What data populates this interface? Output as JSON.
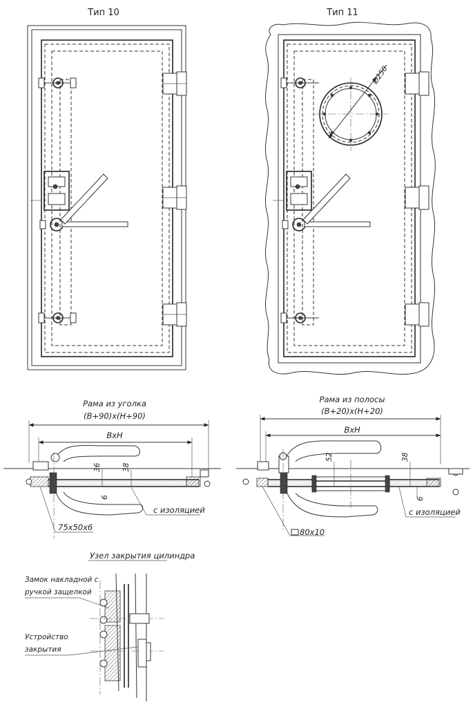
{
  "door_types": {
    "type10_title": "Тип 10",
    "type11_title": "Тип 11",
    "porthole_diameter": "Ø250"
  },
  "section_left": {
    "frame_title": "Рама из уголка",
    "frame_dims": "(В+90)х(Н+90)",
    "opening": "ВхН",
    "dim_36": "36",
    "dim_38": "38",
    "dim_6": "6",
    "insulation": "с изоляцией",
    "profile": "75х50х6"
  },
  "section_right": {
    "frame_title": "Рама из полосы",
    "frame_dims": "(В+20)х(Н+20)",
    "opening": "ВхН",
    "dim_52": "52",
    "dim_38": "38",
    "dim_6": "6",
    "insulation": "с изоляцией",
    "profile": "80х10"
  },
  "detail": {
    "title": "Узел закрытия цилиндра",
    "lock_label_1": "Замок накладной с",
    "lock_label_2": "ручкой защелкой",
    "device_label_1": "Устройство",
    "device_label_2": "закрытия"
  }
}
